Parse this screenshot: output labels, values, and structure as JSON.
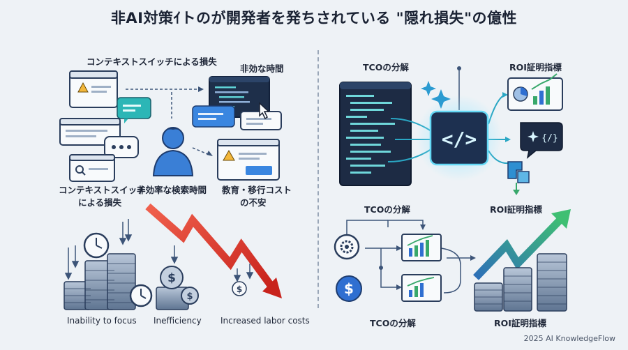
{
  "title": "非AI対策ｲトのが開発者を発ちされている \"隠れ損失\"の億性",
  "left": {
    "context_switch_top": "コンテキストスイッチによる損失",
    "wasted_time": "非効な時間",
    "context_switch_bottom_1": "コンテキストスイッチ",
    "context_switch_bottom_2": "による損失",
    "search_time": "非効率な検索時間",
    "training_cost_1": "教育・移行コスト",
    "training_cost_2": "の不安",
    "cap_focus": "Inability to focus",
    "cap_inefficiency": "Inefficiency",
    "cap_labor": "Increased labor costs"
  },
  "right": {
    "tco_top": "TCOの分解",
    "roi_top": "ROI証明指標",
    "tco_mid": "TCOの分解",
    "roi_mid": "ROI証明指標",
    "tco_bottom": "TCOの分解",
    "roi_bottom": "ROI証明指標"
  },
  "footer": "2025 AI KnowledgeFlow",
  "colors": {
    "background": "#eef2f6",
    "accent_blue": "#2f6fd1",
    "red_arrow": "#e0312b",
    "teal": "#22b3b8",
    "green_arrow": "#38a86b",
    "navy_panel": "#1d2b44"
  }
}
